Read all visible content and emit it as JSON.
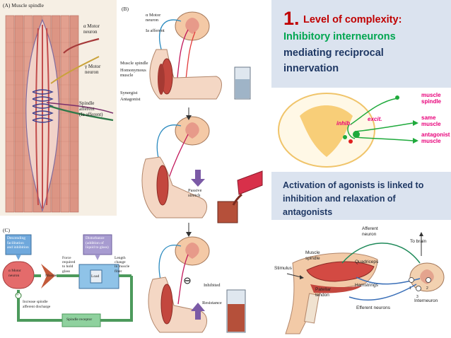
{
  "panel_a": {
    "title": "(A)  Muscle spindle",
    "alpha_motor": [
      "α Motor",
      "neuron"
    ],
    "gamma_motor": [
      "γ Motor",
      "neuron"
    ],
    "spindle_afferent": [
      "Spindle",
      "afferent",
      "(Ia afferent)"
    ]
  },
  "panel_b": {
    "title": "(B)",
    "alpha_motor": [
      "α Motor",
      "neuron"
    ],
    "ia_afferent": "Ia afferent",
    "muscle_spindle": "Muscle spindle",
    "homonymous": [
      "Homonymous",
      "muscle"
    ],
    "synergist": "Synergist",
    "antagonist": "Antagonist",
    "passive_stretch": [
      "Passive",
      "stretch"
    ],
    "inhibited": "Inhibited",
    "resistance": "Resistance"
  },
  "panel_c": {
    "title": "(C)",
    "descending": [
      "Descending",
      "facilitation",
      "and inhibition"
    ],
    "disturbance": [
      "Disturbance",
      "(addition of",
      "liquid to glass)"
    ],
    "alpha_motor": [
      "α Motor",
      "neuron"
    ],
    "force": [
      "Force",
      "required",
      "to hold",
      "glass"
    ],
    "muscle": "Muscle",
    "load": "Load",
    "length_change": [
      "Length",
      "change",
      "in muscle",
      "fiber"
    ],
    "increase": [
      "Increase spindle",
      "afferent discharge"
    ],
    "spindle_receptor": "Spindle receptor",
    "plus": "+"
  },
  "title_box": {
    "number": "1.",
    "title": "Level of complexity:",
    "line1": "Inhibitory interneurons",
    "line2": "mediating reciprocal",
    "line3": "innervation"
  },
  "cord_diagram": {
    "inhib": "inhib.",
    "excit": "excit.",
    "muscle_spindle": [
      "muscle",
      "spindle"
    ],
    "same_muscle": [
      "same",
      "muscle"
    ],
    "antagonist_muscle": [
      "antagonist",
      "muscle"
    ]
  },
  "note_box": {
    "text": "Activation of agonists is linked to inhibition and relaxation of antagonists"
  },
  "leg_diagram": {
    "afferent_neuron": [
      "Afferent",
      "neuron"
    ],
    "to_brain": "To brain",
    "muscle_spindle": [
      "Muscle",
      "spindle"
    ],
    "quadriceps": "Quadriceps",
    "stimulus": "Stimulus",
    "hamstrings": "Hamstrings",
    "patellar_tendon": [
      "Patellar",
      "tendon"
    ],
    "efferent_neurons": "Efferent neurons",
    "interneuron": "Interneuron",
    "n1": "1",
    "n2": "2",
    "n3": "3"
  },
  "colors": {
    "box_bg": "#dbe3ef",
    "red_title": "#c00000",
    "green_title": "#00a650",
    "navy_text": "#1f3864",
    "accent_magenta": "#e8007a",
    "cord_yellow": "#f7c96b",
    "arrow_blue": "#5b9bd5",
    "arrow_green": "#8fd19e",
    "arrow_purple": "#9b8ec4"
  },
  "icons": [
    "muscle-fiber-bundle",
    "spinal-cord-section",
    "arm-with-glass",
    "leg-knee-jerk",
    "neuron-terminal"
  ]
}
